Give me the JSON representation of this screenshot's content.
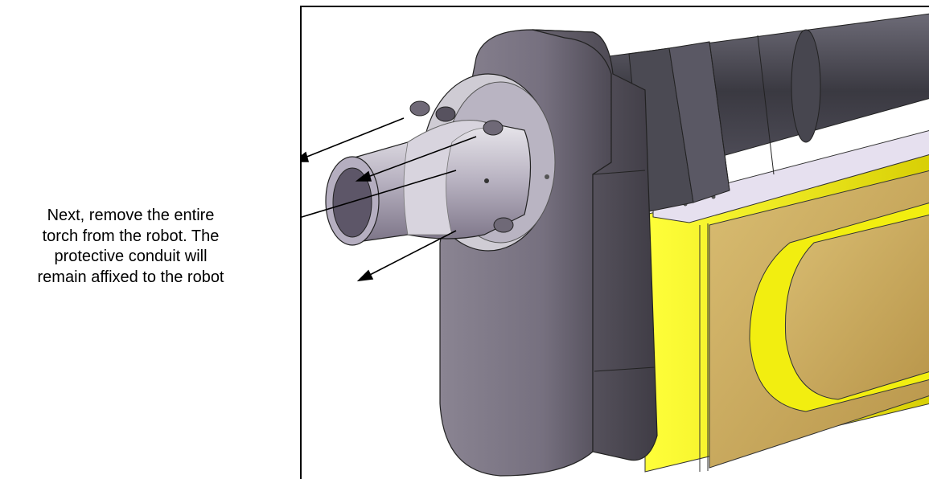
{
  "caption": {
    "lines": [
      "Next, remove the entire",
      "torch from the robot. The",
      "protective conduit will",
      "remain affixed to the robot"
    ]
  },
  "colors": {
    "housing": "#7d7685",
    "conduit": "#3e3d45",
    "flange": "#c9c6cf",
    "nozzle": "#9a93a6",
    "robot_yellow": "#f2ef10",
    "robot_tan": "#c9a95c",
    "arrow": "#000000"
  },
  "icons": [
    "screw-icon",
    "arrow-icon"
  ]
}
